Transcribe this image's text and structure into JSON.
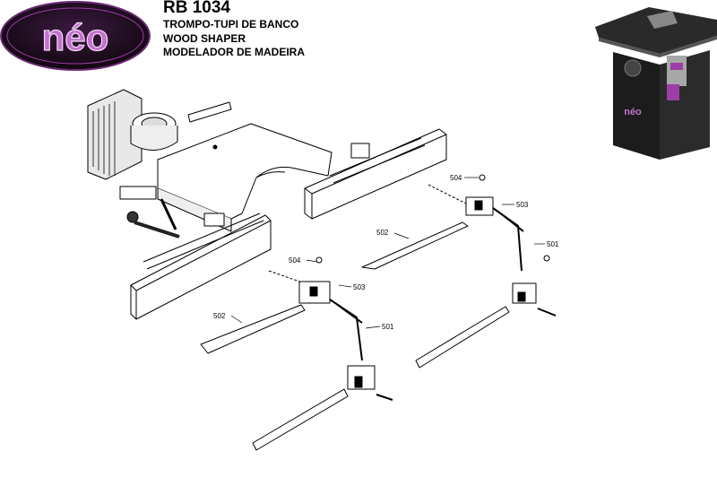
{
  "brand": {
    "logo_text": "néo"
  },
  "header": {
    "model_code": "RB 1034",
    "lines": [
      "TROMPO-TUPI DE BANCO",
      "WOOD SHAPER",
      "MODELADOR DE MADEIRA"
    ]
  },
  "product_photo": {
    "logo_text": "néo"
  },
  "callouts": {
    "c504a": "504",
    "c503a": "503",
    "c502a": "502",
    "c501a": "501",
    "c504b": "504",
    "c503b": "503",
    "c502b": "502",
    "c501b": "501"
  },
  "colors": {
    "logo_purple": "#9b3fa6",
    "logo_dark": "#2a1030",
    "machine_dark": "#1c1c1c"
  }
}
